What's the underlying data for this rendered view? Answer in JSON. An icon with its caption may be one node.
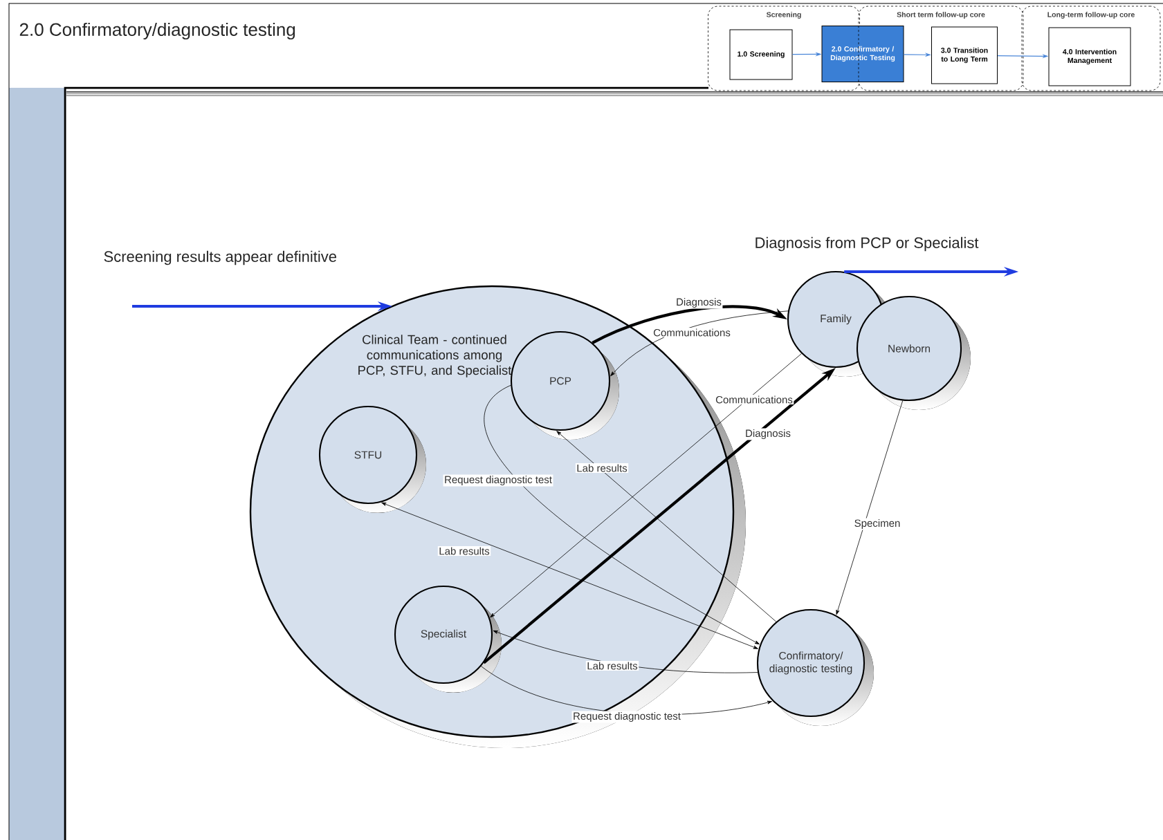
{
  "diagram": {
    "title": "2.0 Confirmatory/diagnostic testing",
    "nodes": [
      {
        "text": [
          "Screening"
        ]
      },
      {
        "text": [
          "1.0 Screening"
        ],
        "in": 0
      },
      {
        "text": [
          "2.0 Confirmatory / Diagnostic Testing"
        ]
      },
      {
        "text": [
          "Short term follow-up core"
        ]
      },
      {
        "text": [
          "3.0 Transition to Long Term"
        ],
        "in": 3
      },
      {
        "text": [
          "Long-term follow-up core"
        ]
      },
      {
        "text": [
          "4.0 Intervention Management"
        ],
        "in": 5
      },
      {
        "text": [
          "Clinical Team - continued communications among PCP, STFU, and Specialist"
        ]
      },
      {
        "text": [
          "PCP"
        ],
        "in": 7
      },
      {
        "text": [
          "STFU"
        ],
        "in": 7
      },
      {
        "text": [
          "Specialist"
        ],
        "in": 7
      },
      {
        "text": [
          "Family"
        ]
      },
      {
        "text": [
          "Newborn"
        ]
      },
      {
        "text": [
          "Confirmatory/ diagnostic testing"
        ]
      }
    ],
    "edges": [
      {
        "from": 1,
        "to": 2,
        "arrow": "to",
        "color": "#4a86d8"
      },
      {
        "from": 2,
        "to": 4,
        "arrow": "to",
        "color": "#4a86d8"
      },
      {
        "from": 4,
        "to": 6,
        "arrow": "to",
        "color": "#4a86d8"
      },
      {
        "from": null,
        "to": 7,
        "arrow": "to",
        "style": "thick",
        "color": "#1f3ce0"
      },
      {
        "from": 11,
        "to": null,
        "arrow": "to",
        "style": "thick",
        "color": "#1f3ce0"
      },
      {
        "from": 8,
        "to": 11,
        "arrow": "to",
        "label": "Diagnosis",
        "style": "thick"
      },
      {
        "from": 11,
        "to": 8,
        "arrow": "to",
        "label": "Communications"
      },
      {
        "from": 11,
        "to": 10,
        "arrow": "to",
        "label": "Communications"
      },
      {
        "from": 10,
        "to": 11,
        "arrow": "to",
        "label": "Diagnosis",
        "style": "thick"
      },
      {
        "from": 8,
        "to": 13,
        "arrow": "to",
        "label": "Request diagnostic test"
      },
      {
        "from": 13,
        "to": 8,
        "arrow": "to",
        "label": "Lab results"
      },
      {
        "from": 9,
        "to": 13,
        "arrow": "both",
        "label": "Lab results"
      },
      {
        "from": 13,
        "to": 10,
        "arrow": "to",
        "label": "Lab results"
      },
      {
        "from": 10,
        "to": 13,
        "arrow": "to",
        "label": "Request diagnostic test"
      },
      {
        "from": 12,
        "to": 13,
        "arrow": "to",
        "label": "Specimen"
      }
    ],
    "labels": [
      "Screening results appear definitive",
      "Diagnosis from PCP or Specialist"
    ]
  }
}
